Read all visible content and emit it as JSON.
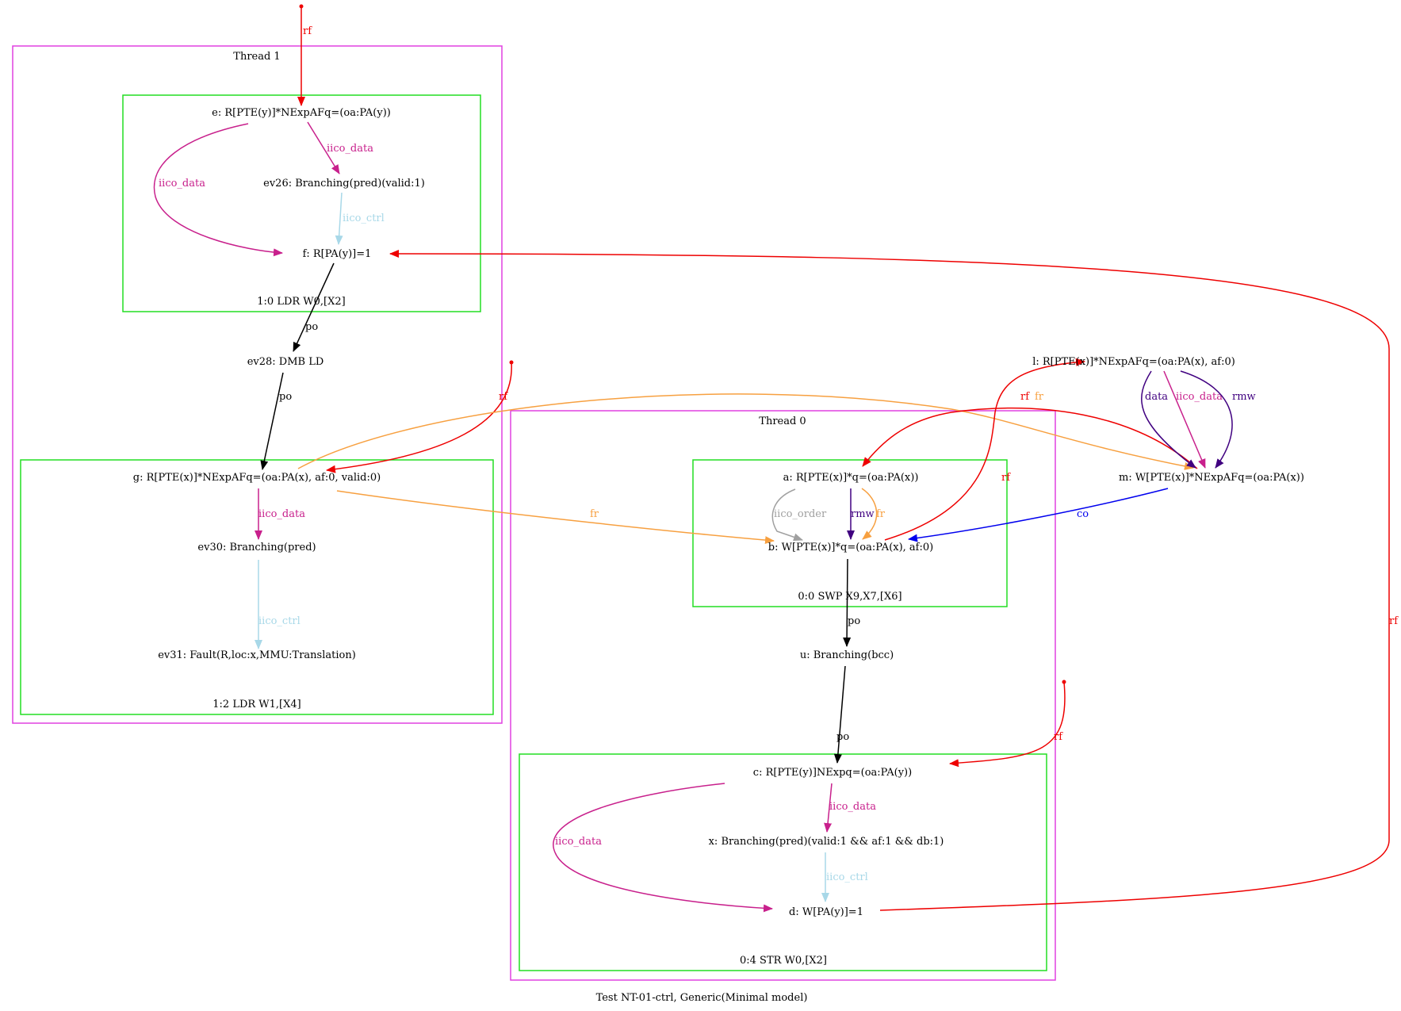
{
  "title": "Test NT-01-ctrl, Generic(Minimal model)",
  "colors": {
    "thread_border": "#e040e0",
    "instr_border": "#22dd22",
    "rf": "#ee0000",
    "fr": "#f7a040",
    "po": "#000000",
    "iico_data": "#c8208c",
    "iico_ctrl": "#a8d8e8",
    "iico_order": "#a0a0a0",
    "rmw": "#400080",
    "data": "#400080",
    "co": "#0000ee"
  },
  "threads": {
    "t1": "Thread 1",
    "t0": "Thread 0"
  },
  "instructions": {
    "i10": "1:0 LDR W0,[X2]",
    "i12": "1:2 LDR W1,[X4]",
    "i00": "0:0 SWP X9,X7,[X6]",
    "i04": "0:4 STR W0,[X2]"
  },
  "nodes": {
    "e": "e: R[PTE(y)]*NExpAFq=(oa:PA(y))",
    "ev26": "ev26: Branching(pred)(valid:1)",
    "f": "f: R[PA(y)]=1",
    "ev28": "ev28: DMB LD",
    "g": "g: R[PTE(x)]*NExpAFq=(oa:PA(x), af:0, valid:0)",
    "ev30": "ev30: Branching(pred)",
    "ev31": "ev31: Fault(R,loc:x,MMU:Translation)",
    "a": "a: R[PTE(x)]*q=(oa:PA(x))",
    "b": "b: W[PTE(x)]*q=(oa:PA(x), af:0)",
    "u": "u: Branching(bcc)",
    "c": "c: R[PTE(y)]NExpq=(oa:PA(y))",
    "x": "x: Branching(pred)(valid:1 && af:1 && db:1)",
    "d": "d: W[PA(y)]=1",
    "l": "l: R[PTE(x)]*NExpAFq=(oa:PA(x), af:0)",
    "m": "m: W[PTE(x)]*NExpAFq=(oa:PA(x))"
  },
  "edges": {
    "rf": "rf",
    "fr": "fr",
    "po": "po",
    "co": "co",
    "data": "data",
    "rmw": "rmw",
    "iico_data": "iico_data",
    "iico_ctrl": "iico_ctrl",
    "iico_order": "iico_order"
  }
}
